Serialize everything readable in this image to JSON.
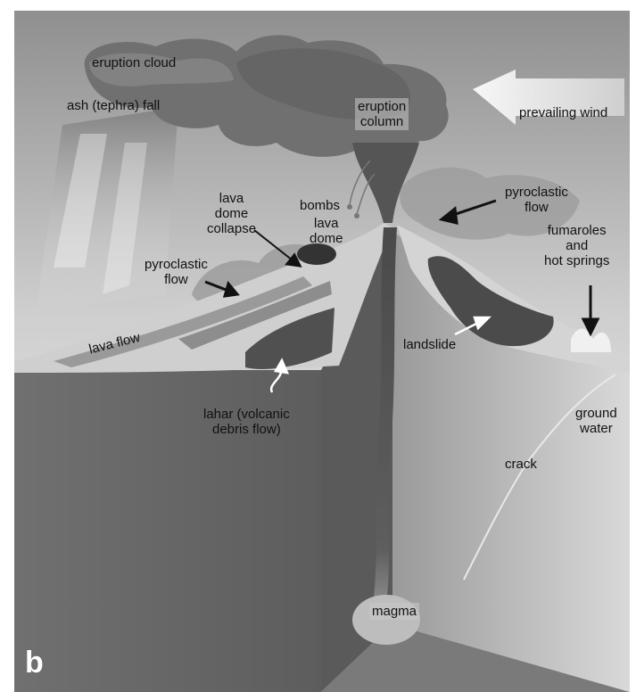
{
  "panel_letter": "b",
  "labels": {
    "eruption_cloud": "eruption cloud",
    "ash_fall": "ash (tephra) fall",
    "eruption_column": [
      "eruption",
      "column"
    ],
    "prevailing_wind": "prevailing wind",
    "bombs": "bombs",
    "lava_dome": [
      "lava",
      "dome"
    ],
    "lava_dome_collapse": [
      "lava",
      "dome",
      "collapse"
    ],
    "pyroclastic_flow_left": [
      "pyroclastic",
      "flow"
    ],
    "pyroclastic_flow_right": [
      "pyroclastic",
      "flow"
    ],
    "fumaroles": [
      "fumaroles",
      "and",
      "hot springs"
    ],
    "lava_flow": "lava flow",
    "landslide": "landslide",
    "lahar": [
      "lahar (volcanic",
      "debris flow)"
    ],
    "ground_water": [
      "ground",
      "water"
    ],
    "crack": "crack",
    "magma": "magma"
  },
  "colors": {
    "sky_top": "#9a9a9a",
    "sky_bottom": "#f2f2f2",
    "cloud": "#6e6e6e",
    "block_left": "#6c6c6c",
    "block_right": "#b9b9b9",
    "conduit": "#4e4e4e",
    "slope": "#cfcfcf",
    "arrow": "#111111"
  }
}
